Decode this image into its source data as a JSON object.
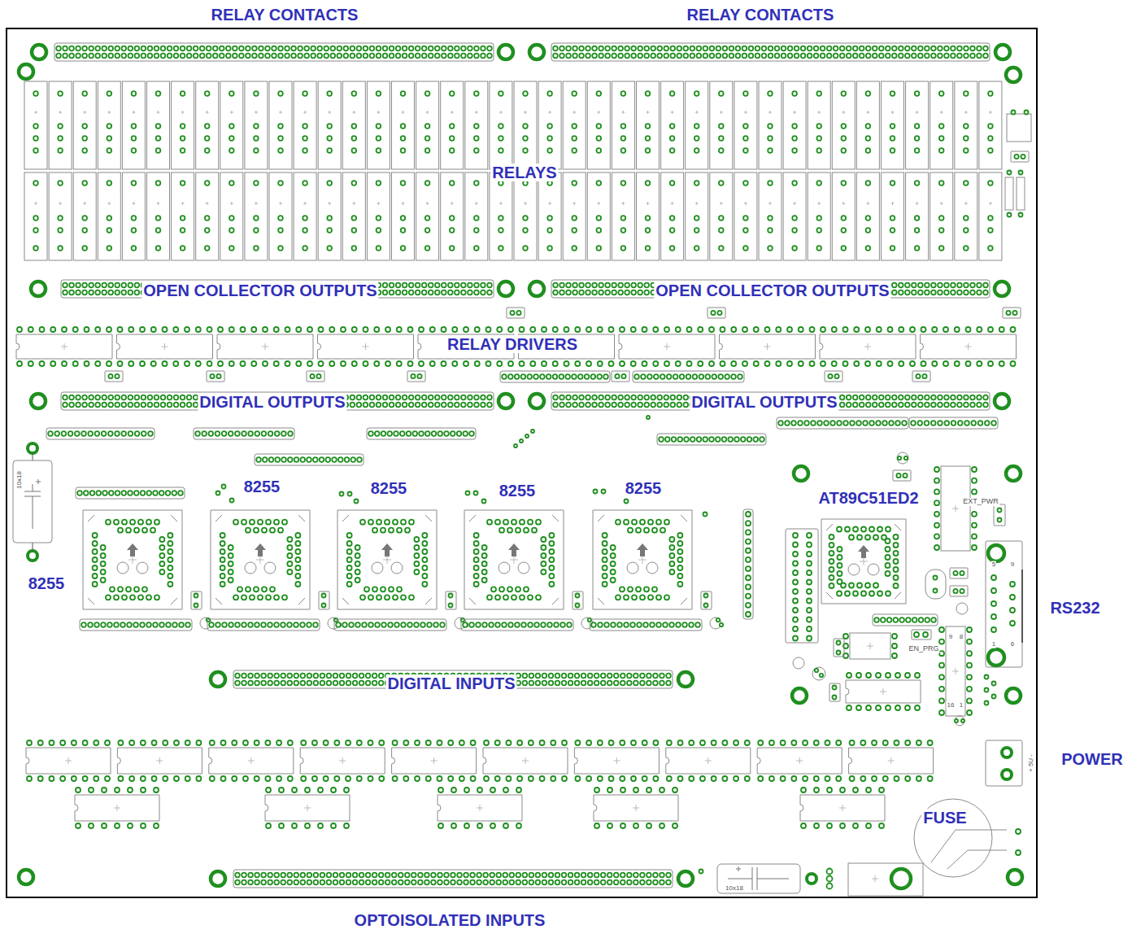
{
  "diagram": {
    "labels": [
      "RELAY CONTACTS",
      "RELAY CONTACTS",
      "RELAYS",
      "OPEN COLLECTOR OUTPUTS",
      "OPEN COLLECTOR OUTPUTS",
      "RELAY DRIVERS",
      "DIGITAL OUTPUTS",
      "DIGITAL OUTPUTS",
      "8255",
      "8255",
      "8255",
      "8255",
      "8255",
      "AT89C51ED2",
      "EXT_PWR",
      "RS232",
      "EN_PRG",
      "DIGITAL INPUTS",
      "POWER",
      "FUSE",
      "OPTOISOLATED INPUTS",
      "10x18",
      "10x18",
      "+ 5U -",
      "5",
      "9",
      "1",
      "6",
      "9",
      "8",
      "16",
      "1"
    ]
  }
}
